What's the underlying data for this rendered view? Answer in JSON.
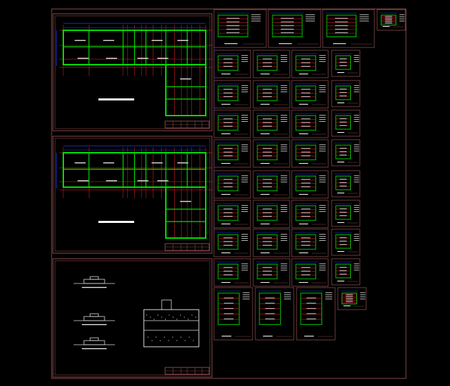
{
  "drawing": {
    "theme": {
      "background": "#000000",
      "frame": "#8a4a4a",
      "wall": "#00e000",
      "axis": "#ff2020",
      "dim": "#2040ff",
      "text": "#ffffff",
      "annotation": "#e0e0e0"
    },
    "large_sheets": [
      {
        "kind": "plan"
      },
      {
        "kind": "plan"
      },
      {
        "kind": "details"
      }
    ],
    "thumbnail_rows": [
      {
        "count": 4,
        "style": "large"
      },
      {
        "count": 4,
        "style": "small"
      },
      {
        "count": 4,
        "style": "small"
      },
      {
        "count": 4,
        "style": "small"
      },
      {
        "count": 4,
        "style": "small"
      },
      {
        "count": 4,
        "style": "small"
      },
      {
        "count": 4,
        "style": "small"
      },
      {
        "count": 4,
        "style": "small"
      },
      {
        "count": 4,
        "style": "small"
      },
      {
        "count": 4,
        "style": "large"
      }
    ]
  }
}
